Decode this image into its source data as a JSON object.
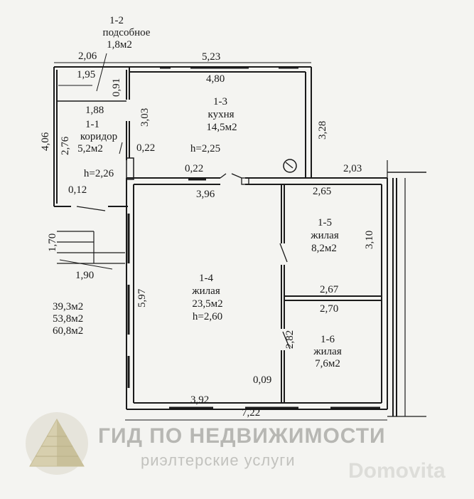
{
  "rooms": {
    "r12": {
      "num": "1-2",
      "name": "подсобное",
      "area": "1,8м2"
    },
    "r13": {
      "num": "1-3",
      "name": "кухня",
      "area": "14,5м2",
      "height": "h=2,25"
    },
    "r11": {
      "num": "1-1",
      "name": "коридор",
      "area": "5,2м2",
      "height": "h=2,26"
    },
    "r15": {
      "num": "1-5",
      "name": "жилая",
      "area": "8,2м2"
    },
    "r14": {
      "num": "1-4",
      "name": "жилая",
      "area": "23,5м2",
      "height": "h=2,60"
    },
    "r16": {
      "num": "1-6",
      "name": "жилая",
      "area": "7,6м2"
    }
  },
  "dims": {
    "d206": "2,06",
    "d195": "1,95",
    "d091": "0,91",
    "d523": "5,23",
    "d480": "4,80",
    "d188": "1,88",
    "d303": "3,03",
    "d328": "3,28",
    "d406": "4,06",
    "d276": "2,76",
    "d022a": "0,22",
    "d022b": "0,22",
    "d012": "0,12",
    "d203": "2,03",
    "d396": "3,96",
    "d265": "2,65",
    "d170": "1,70",
    "d310": "3,10",
    "d190": "1,90",
    "d597": "5,97",
    "d267": "2,67",
    "d270": "2,70",
    "d282": "2,82",
    "d009": "0,09",
    "d392": "3,92",
    "d722": "7,22"
  },
  "totals": [
    "39,3м2",
    "53,8м2",
    "60,8м2"
  ],
  "watermark": {
    "title": "ГИД ПО НЕДВИЖИМОСТИ",
    "subtitle": "риэлтерские услуги",
    "site": "Domovita"
  },
  "colors": {
    "line": "#1a1a1a",
    "watermark": "#b7b7b3"
  }
}
